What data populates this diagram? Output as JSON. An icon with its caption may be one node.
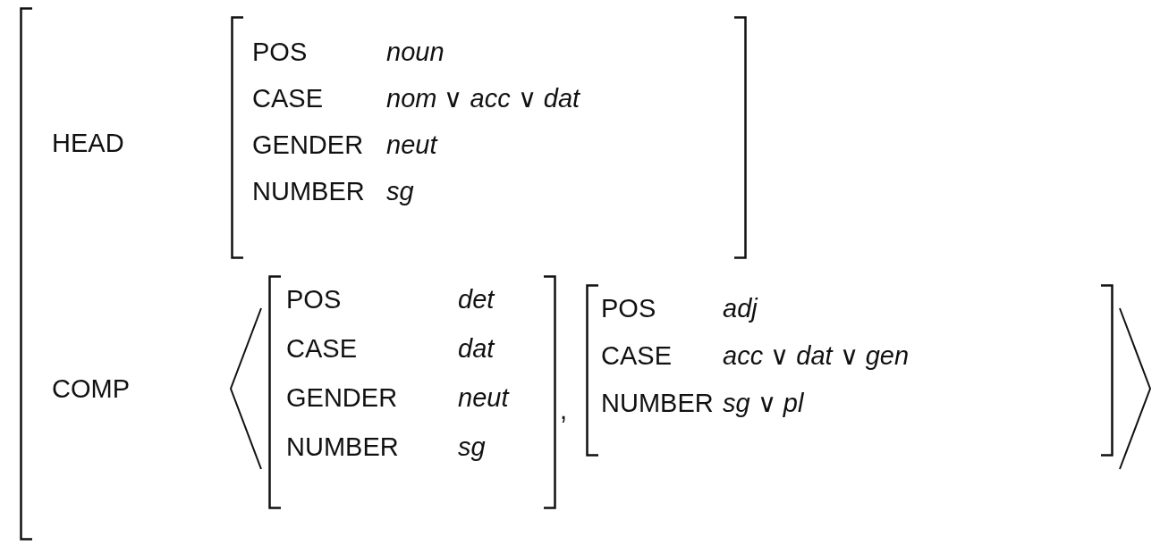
{
  "diagram": {
    "nodes": [
      {
        "text": [
          "HEAD",
          "COMP"
        ]
      },
      {
        "text": [
          "POS",
          "noun",
          "CASE",
          "*nom* ∨ *acc* ∨ *dat*",
          "GENDER",
          "neut",
          "NUMBER",
          "sg"
        ],
        "in": 0
      },
      {
        "text": [
          "POS",
          "det",
          "CASE",
          "dat",
          "GENDER",
          "neut",
          "NUMBER",
          "sg"
        ],
        "in": 0
      },
      {
        "text": [
          "POS",
          "adj",
          "CASE",
          "*acc* ∨ *dat* ∨ *gen*",
          "NUMBER",
          "*sg* ∨ *pl*"
        ],
        "in": 0
      }
    ],
    "edges": [],
    "labels": [
      ","
    ]
  }
}
